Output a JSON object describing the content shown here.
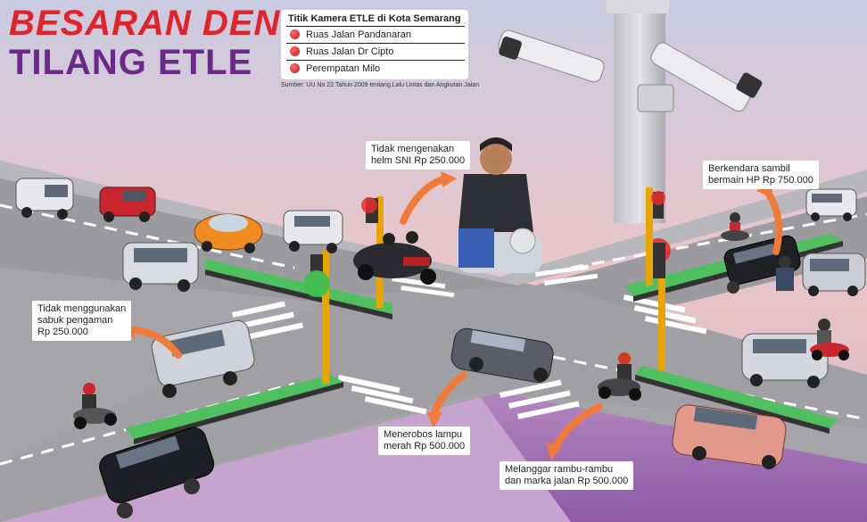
{
  "title": {
    "line1": "BESARAN DENDA",
    "line2": "TILANG ETLE"
  },
  "legend": {
    "title": "Titik Kamera ETLE di Kota Semarang",
    "items": [
      "Ruas Jalan Pandanaran",
      "Ruas Jalan Dr Cipto",
      "Perempatan Milo"
    ]
  },
  "source": "Sumber: UU No 22 Tahun 2009 tentang Lalu Lintas dan Angkutan Jalan",
  "violations": {
    "helmet": {
      "line1": "Tidak mengenakan",
      "line2": "helm SNI Rp 250.000"
    },
    "phone": {
      "line1": "Berkendara sambil",
      "line2": "bermain HP Rp 750.000"
    },
    "seatbelt": {
      "line1": "Tidak menggunakan",
      "line2": "sabuk pengaman",
      "line3": "Rp 250.000"
    },
    "red_light": {
      "line1": "Menerobos lampu",
      "line2": "merah Rp 500.000"
    },
    "signs": {
      "line1": "Melanggar rambu-rambu",
      "line2": "dan marka jalan Rp 500.000"
    }
  },
  "colors": {
    "title_red": "#e3232a",
    "title_purple": "#6a2a86",
    "arrow": "#f07a3a",
    "median": "#4fbf5f",
    "road": "#9b9b9f"
  }
}
